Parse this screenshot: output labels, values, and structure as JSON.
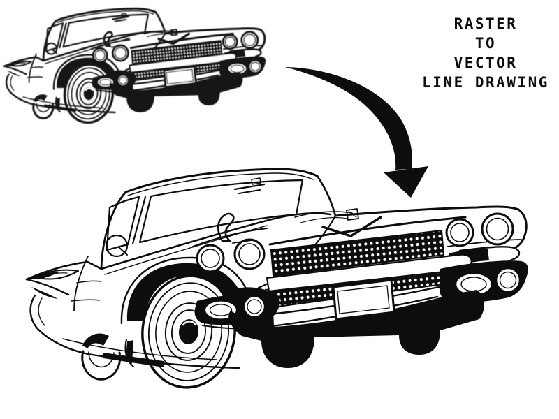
{
  "page": {
    "background_color": "#ffffff",
    "ink_color": "#0d0d0d"
  },
  "caption": {
    "lines": [
      "RASTER",
      "TO",
      "VECTOR",
      "LINE DRAWING"
    ],
    "full_text": "RASTER TO VECTOR LINE DRAWING"
  },
  "illustrations": {
    "raster_car": {
      "icon": "raster-car-sketch-illustration",
      "description": "Small rough raster sketch of a 1959 classic car, front three-quarter view, top left"
    },
    "vector_car": {
      "icon": "vector-car-line-drawing-illustration",
      "description": "Large clean black-and-white vector line drawing of the same 1959 classic car, lower area"
    },
    "arrow": {
      "icon": "curved-arrow-icon",
      "description": "Thick black arrow curving down from the raster sketch to the vector drawing"
    }
  }
}
